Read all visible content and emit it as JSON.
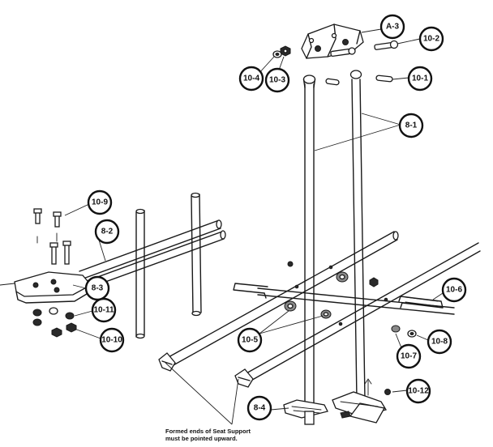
{
  "callouts": [
    {
      "id": "c-a3",
      "label": "A-3"
    },
    {
      "id": "c-10-2",
      "label": "10-2"
    },
    {
      "id": "c-10-4",
      "label": "10-4"
    },
    {
      "id": "c-10-3",
      "label": "10-3"
    },
    {
      "id": "c-10-1",
      "label": "10-1"
    },
    {
      "id": "c-8-1",
      "label": "8-1"
    },
    {
      "id": "c-10-9",
      "label": "10-9"
    },
    {
      "id": "c-8-2",
      "label": "8-2"
    },
    {
      "id": "c-8-3",
      "label": "8-3"
    },
    {
      "id": "c-10-11",
      "label": "10-11"
    },
    {
      "id": "c-10-10",
      "label": "10-10"
    },
    {
      "id": "c-10-5",
      "label": "10-5"
    },
    {
      "id": "c-10-6",
      "label": "10-6"
    },
    {
      "id": "c-10-8",
      "label": "10-8"
    },
    {
      "id": "c-10-7",
      "label": "10-7"
    },
    {
      "id": "c-10-12",
      "label": "10-12"
    },
    {
      "id": "c-8-4",
      "label": "8-4"
    }
  ],
  "note": {
    "line1": "Formed ends of Seat Support",
    "line2": "must be pointed upward."
  },
  "colors": {
    "ink": "#1a1a1a",
    "paper": "#ffffff"
  }
}
